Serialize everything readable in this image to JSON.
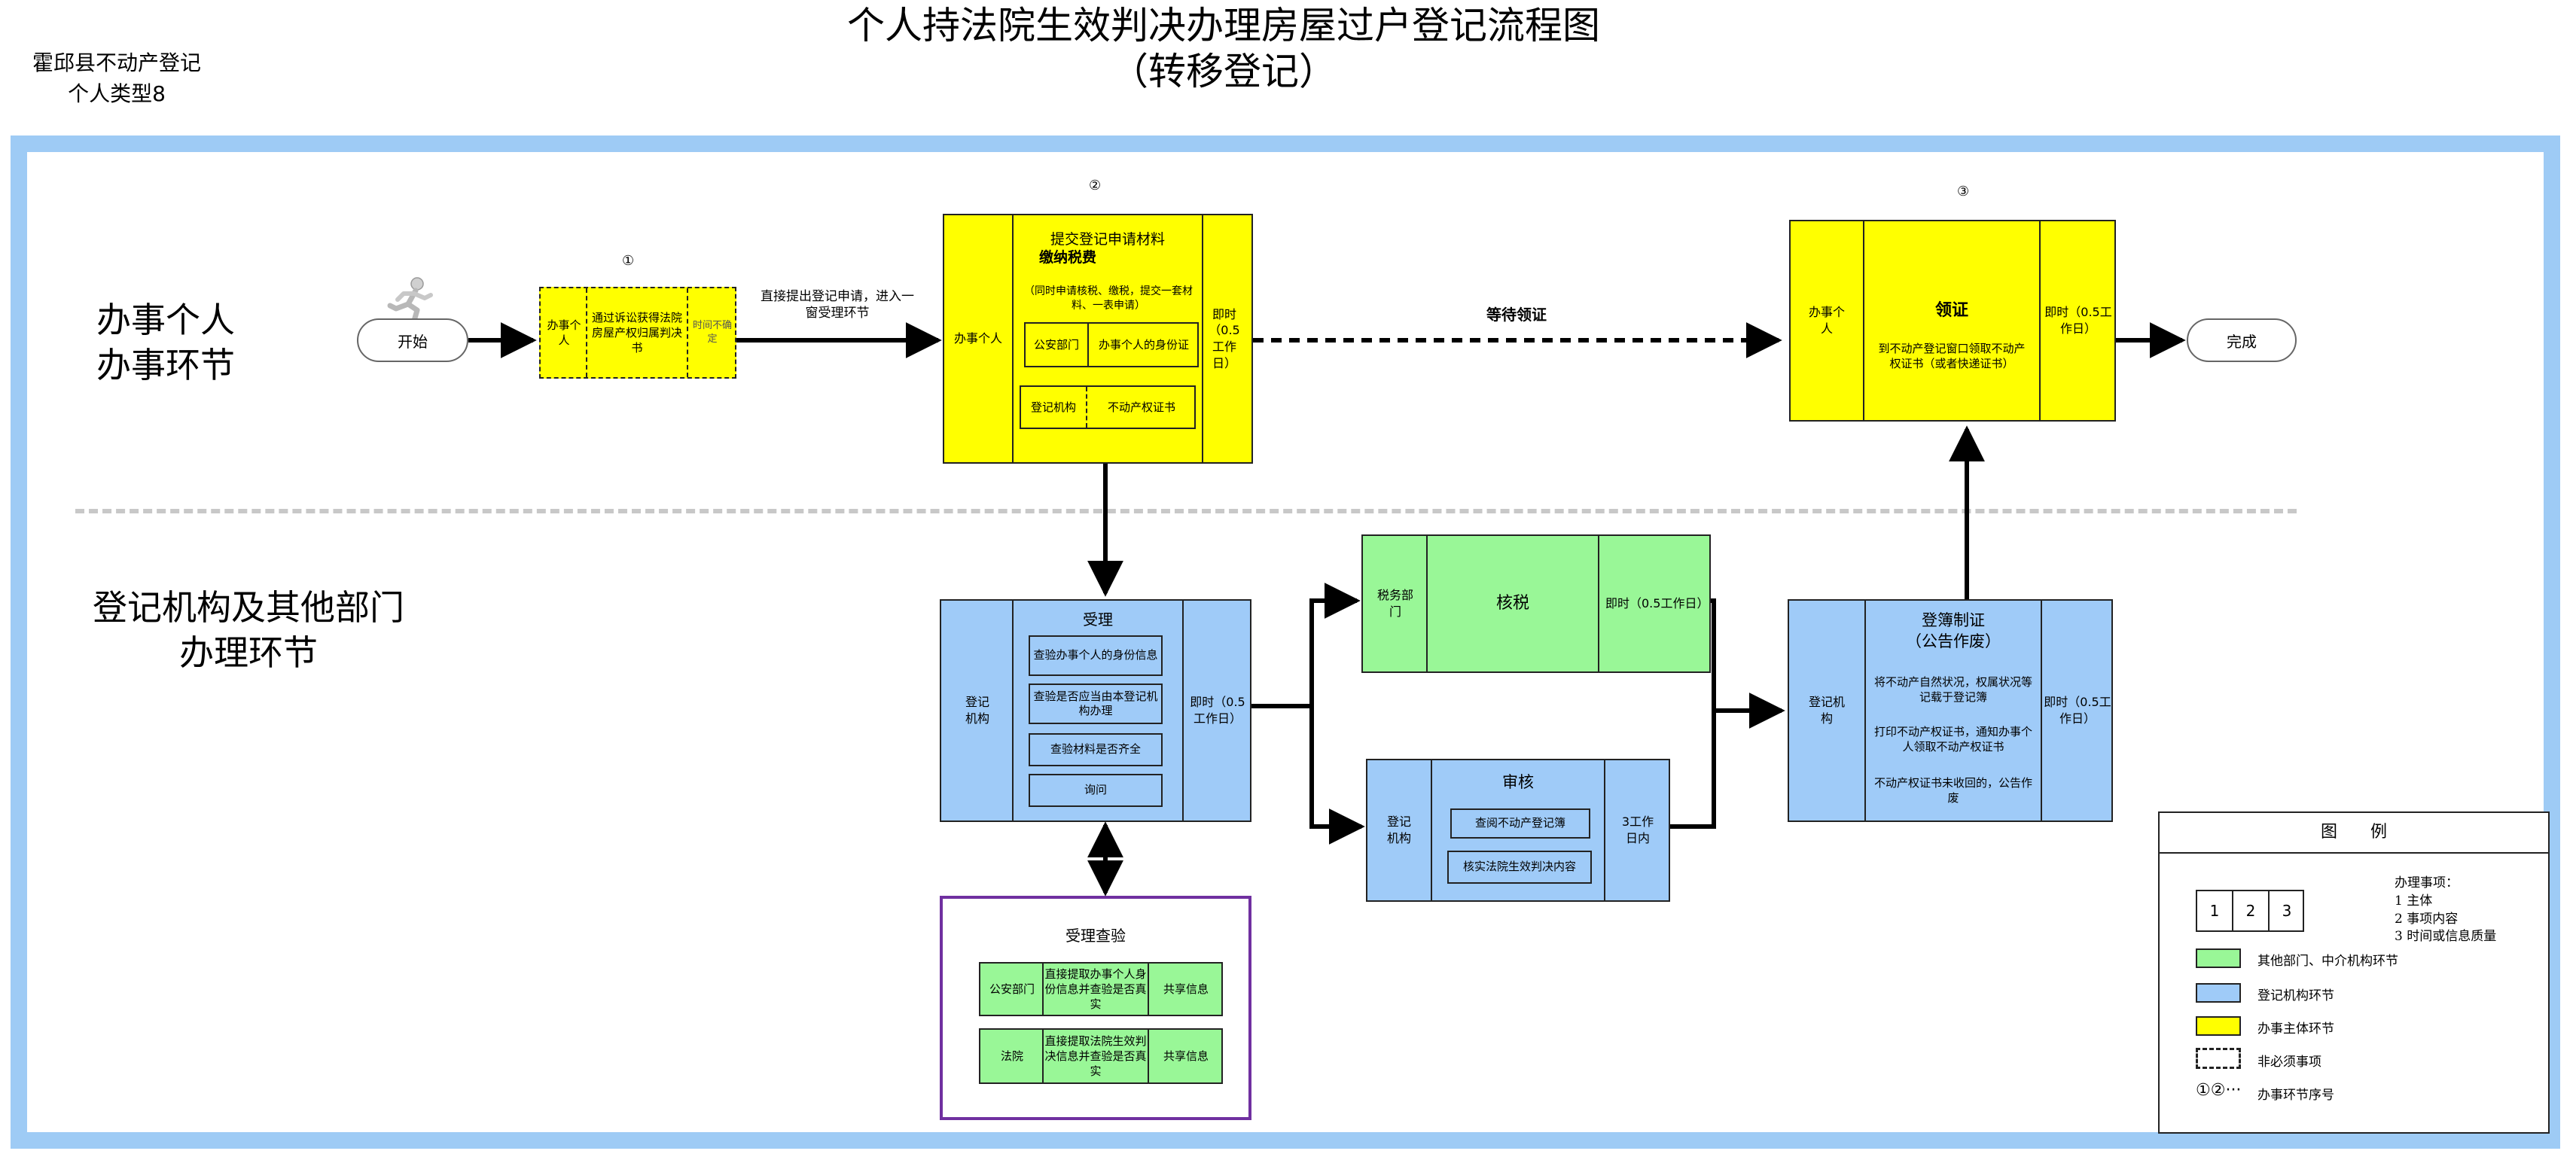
{
  "header": {
    "corner_line1": "霍邱县不动产登记",
    "corner_line2": "个人类型8",
    "title_line1": "个人持法院生效判决办理房屋过户登记流程图",
    "title_line2": "（转移登记）"
  },
  "lanes": {
    "top_line1": "办事个人",
    "top_line2": "办事环节",
    "bottom_line1": "登记机构及其他部门",
    "bottom_line2": "办理环节"
  },
  "steps": {
    "n1": "①",
    "n2": "②",
    "n3": "③"
  },
  "start": "开始",
  "finish": "完成",
  "step1": {
    "subject": "办事个人",
    "content": "通过诉讼获得法院房屋产权归属判决书",
    "time": "时间不确定"
  },
  "arrow_label_1": "直接提出登记申请，进入一窗受理环节",
  "arrow_label_wait": "等待领证",
  "step2": {
    "subject": "办事个人",
    "title1": "提交登记申请材料",
    "title2": "缴纳税费",
    "note": "（同时申请核税、缴税，提交一套材料、一表申请）",
    "row1_left": "公安部门",
    "row1_right": "办事个人的身份证",
    "row2_left": "登记机构",
    "row2_right": "不动产权证书",
    "time": "即时（0.5工作日）"
  },
  "step3": {
    "subject": "办事个人",
    "title": "领证",
    "content": "到不动产登记窗口领取不动产权证书（或者快递证书）",
    "time": "即时（0.5工作日）"
  },
  "accept": {
    "subject": "登记机构",
    "title": "受理",
    "items": [
      "查验办事个人的身份信息",
      "查验是否应当由本登记机构办理",
      "查验材料是否齐全",
      "询问"
    ],
    "time": "即时（0.5工作日）"
  },
  "verify": {
    "title": "受理查验",
    "row1_left": "公安部门",
    "row1_mid": "直接提取办事个人身份信息并查验是否真实",
    "row1_right": "共享信息",
    "row2_left": "法院",
    "row2_mid": "直接提取法院生效判决信息并查验是否真实",
    "row2_right": "共享信息"
  },
  "tax": {
    "subject": "税务部门",
    "title": "核税",
    "time": "即时（0.5工作日）"
  },
  "review": {
    "subject": "登记机构",
    "title": "审核",
    "item1": "查阅不动产登记簿",
    "item2": "核实法院生效判决内容",
    "time": "3工作日内"
  },
  "register": {
    "subject": "登记机构",
    "title1": "登簿制证",
    "title2": "（公告作废）",
    "p1": "将不动产自然状况，权属状况等记载于登记簿",
    "p2": "打印不动产权证书，通知办事个人领取不动产权证书",
    "p3": "不动产权证书未收回的，公告作废",
    "time": "即时（0.5工作日）"
  },
  "legend": {
    "title": "图　　例",
    "cells": [
      "1",
      "2",
      "3"
    ],
    "desc_title": "办理事项：",
    "desc1": "1 主体",
    "desc2": "2 事项内容",
    "desc3": "3 时间或信息质量",
    "green": "其他部门、中介机构环节",
    "blue": "登记机构环节",
    "yellow": "办事主体环节",
    "dashed": "非必须事项",
    "numbers_symbol": "①②···",
    "numbers": "办事环节序号",
    "colors": {
      "green": "#99f797",
      "blue": "#9fcbf8",
      "yellow": "#ffff00"
    }
  }
}
